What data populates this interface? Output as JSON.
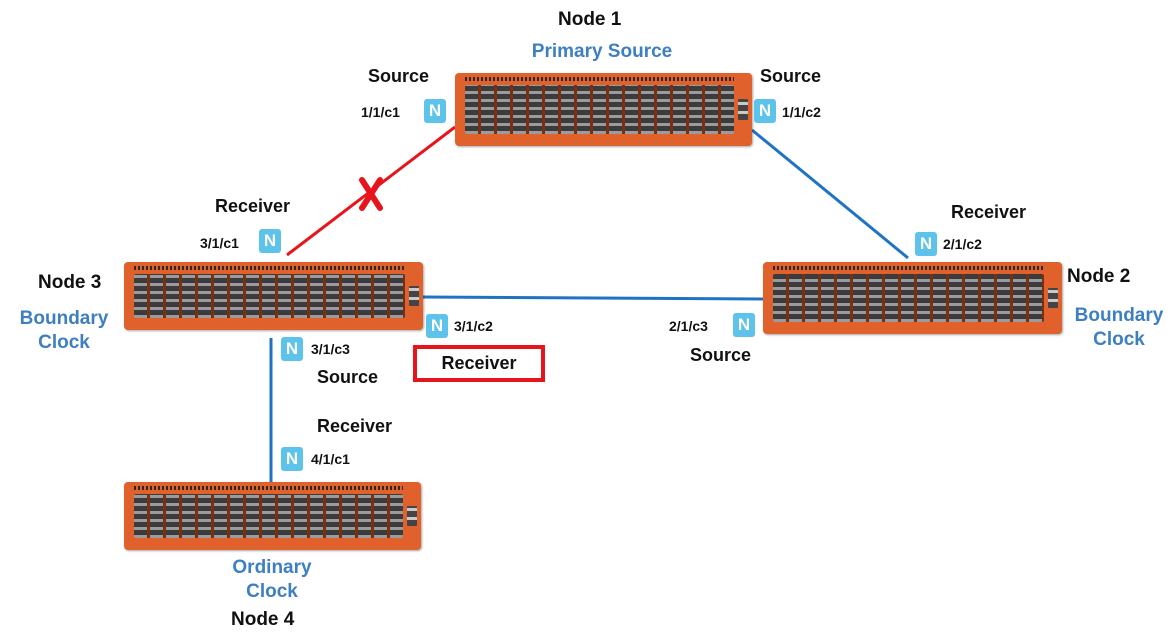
{
  "nodes": {
    "node1": {
      "name": "Node 1",
      "role": "Primary Source"
    },
    "node2": {
      "name": "Node 2",
      "role_line1": "Boundary",
      "role_line2": "Clock"
    },
    "node3": {
      "name": "Node 3",
      "role_line1": "Boundary",
      "role_line2": "Clock"
    },
    "node4": {
      "name": "Node 4",
      "role_line1": "Ordinary",
      "role_line2": "Clock"
    }
  },
  "ports": {
    "p111": {
      "id": "1/1/c1",
      "state": "Source"
    },
    "p112": {
      "id": "1/1/c2",
      "state": "Source"
    },
    "p311": {
      "id": "3/1/c1",
      "state": "Receiver"
    },
    "p212": {
      "id": "2/1/c2",
      "state": "Receiver"
    },
    "p312": {
      "id": "3/1/c2",
      "state": "Receiver"
    },
    "p213": {
      "id": "2/1/c3",
      "state": "Source"
    },
    "p313": {
      "id": "3/1/c3",
      "state": "Source"
    },
    "p411": {
      "id": "4/1/c1",
      "state": "Receiver"
    }
  },
  "badge_letter": "N",
  "links": [
    {
      "from": "Node 1",
      "to": "Node 3",
      "status": "failed",
      "color": "#e8141b"
    },
    {
      "from": "Node 1",
      "to": "Node 2",
      "status": "active",
      "color": "#1f73c4"
    },
    {
      "from": "Node 3",
      "to": "Node 2",
      "status": "active",
      "color": "#1f73c4"
    },
    {
      "from": "Node 3",
      "to": "Node 4",
      "status": "active",
      "color": "#1f73c4"
    }
  ],
  "colors": {
    "role_text": "#3e7fc1",
    "badge": "#5ec3ea",
    "device": "#e0612c",
    "highlight_border": "#e8141b"
  }
}
